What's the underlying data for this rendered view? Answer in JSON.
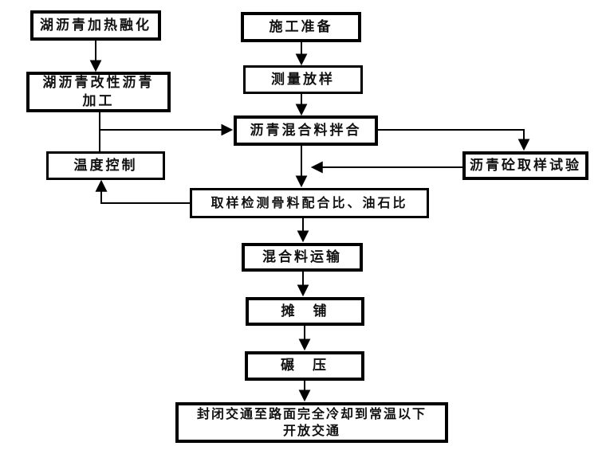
{
  "diagram": {
    "type": "flowchart",
    "colors": {
      "background": "#ffffff",
      "box_fill": "#ffffff",
      "box_border": "#000000",
      "line": "#000000",
      "text": "#111111"
    },
    "nodes": {
      "heat": {
        "label": "湖沥青加热融化"
      },
      "modify": {
        "label": "湖沥青改性沥青\n加工"
      },
      "temp_control": {
        "label": "温度控制"
      },
      "prep": {
        "label": "施工准备"
      },
      "survey": {
        "label": "测量放样"
      },
      "mix": {
        "label": "沥青混合料拌合"
      },
      "sample_test": {
        "label": "沥青砼取样试验"
      },
      "ratio_test": {
        "label": "取样检测骨料配合比、油石比"
      },
      "transport": {
        "label": "混合料运输"
      },
      "pave": {
        "label": "摊　铺"
      },
      "roll": {
        "label": "碾　压"
      },
      "open_traffic": {
        "label": "封闭交通至路面完全冷却到常温以下\n开放交通"
      }
    },
    "edges": [
      {
        "from": "heat",
        "to": "modify",
        "style": "arrow"
      },
      {
        "from": "modify",
        "to": "temp_control",
        "style": "line"
      },
      {
        "from": "modify",
        "to": "mix",
        "style": "arrow"
      },
      {
        "from": "prep",
        "to": "survey",
        "style": "arrow"
      },
      {
        "from": "survey",
        "to": "mix",
        "style": "arrow"
      },
      {
        "from": "mix",
        "to": "sample_test",
        "style": "arrow"
      },
      {
        "from": "mix",
        "to": "ratio_test",
        "style": "arrow"
      },
      {
        "from": "sample_test",
        "to": "ratio_test",
        "style": "arrow"
      },
      {
        "from": "ratio_test",
        "to": "temp_control",
        "style": "arrow"
      },
      {
        "from": "ratio_test",
        "to": "transport",
        "style": "arrow"
      },
      {
        "from": "transport",
        "to": "pave",
        "style": "arrow"
      },
      {
        "from": "pave",
        "to": "roll",
        "style": "arrow"
      },
      {
        "from": "roll",
        "to": "open_traffic",
        "style": "arrow"
      }
    ]
  }
}
